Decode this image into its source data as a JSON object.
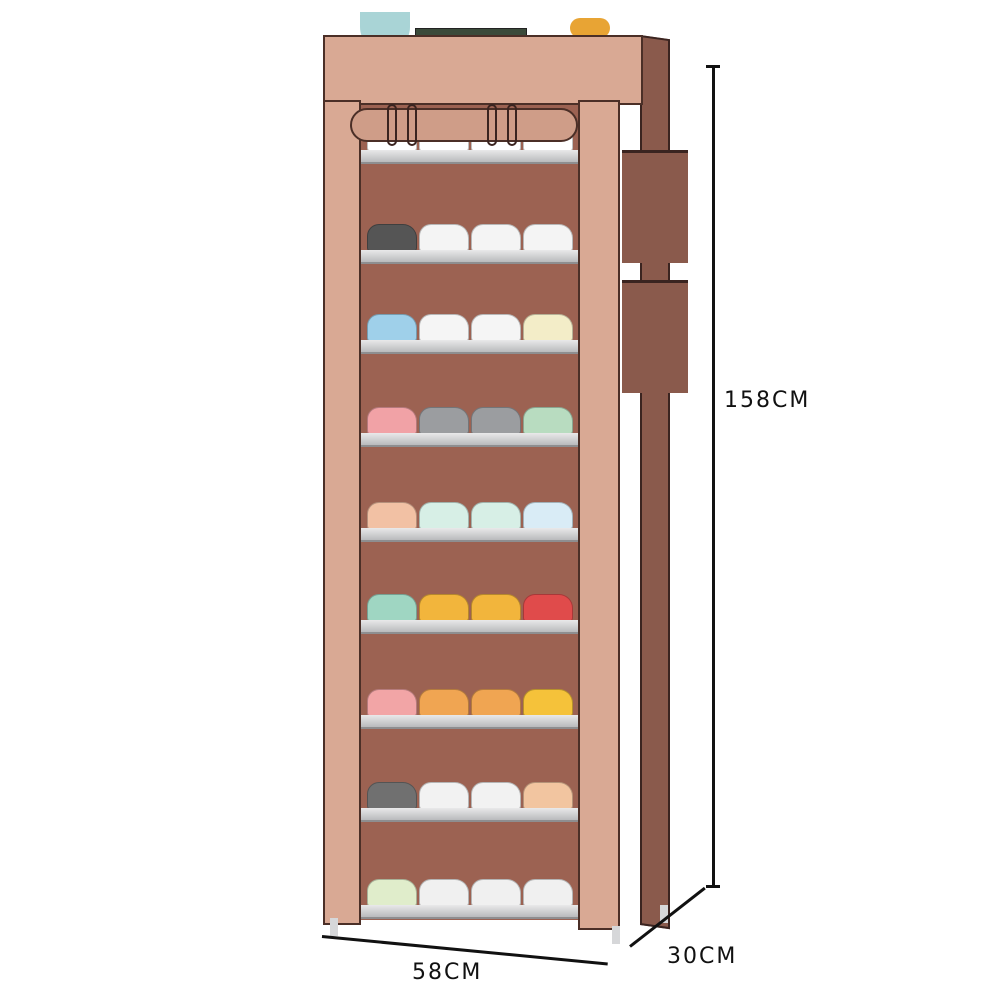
{
  "product": {
    "type": "10-tier fabric shoe rack cabinet",
    "cover_color": "#d9a994",
    "interior_color": "#9c6252",
    "side_color": "#8a5a4c",
    "tiers": 10,
    "side_pockets": 2
  },
  "dimensions": {
    "height": "158CM",
    "width": "58CM",
    "depth": "30CM"
  },
  "shelves": [
    {
      "shoes": [
        "#ffffff",
        "#ffffff",
        "#ffffff",
        "#ffffff"
      ]
    },
    {
      "shoes": [
        "#555555",
        "#f4f4f4",
        "#f4f4f4",
        "#f4f4f4"
      ]
    },
    {
      "shoes": [
        "#9fd0ea",
        "#f5f5f5",
        "#f5f5f5",
        "#f3edc8"
      ]
    },
    {
      "shoes": [
        "#f1a2a6",
        "#9b9da0",
        "#9b9da0",
        "#b8dcc0"
      ]
    },
    {
      "shoes": [
        "#f2c1a4",
        "#d7efe6",
        "#d7efe6",
        "#d9ecf6"
      ]
    },
    {
      "shoes": [
        "#9fd6c2",
        "#f2b53c",
        "#f2b53c",
        "#e04b4b"
      ]
    },
    {
      "shoes": [
        "#f2a5a6",
        "#f0a552",
        "#f0a552",
        "#f5c23a"
      ]
    },
    {
      "shoes": [
        "#707070",
        "#f2f2f2",
        "#f2f2f2",
        "#f2c5a0"
      ]
    },
    {
      "shoes": [
        "#e0edcb",
        "#f0f0f0",
        "#f0f0f0",
        "#f0f0f0"
      ]
    }
  ]
}
